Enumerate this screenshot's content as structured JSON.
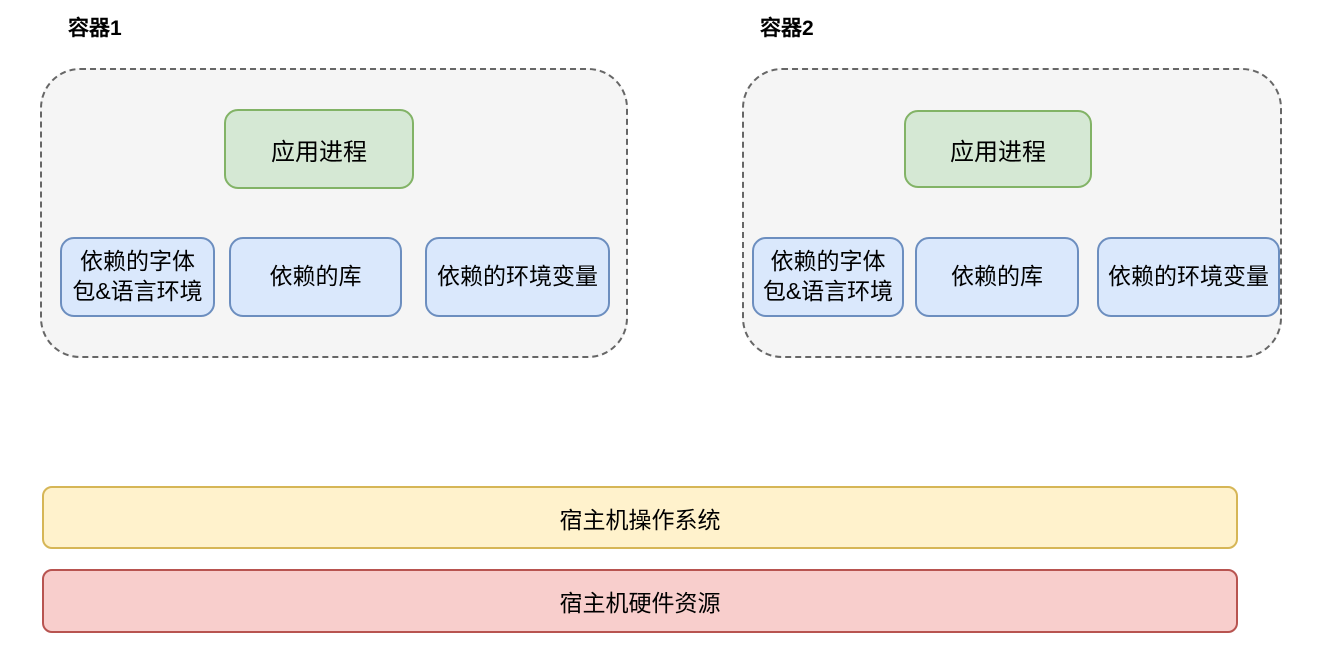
{
  "diagram": {
    "containers": [
      {
        "title": "容器1",
        "process_label": "应用进程",
        "deps": [
          "依赖的字体\n包&语言环境",
          "依赖的库",
          "依赖的环境变量"
        ]
      },
      {
        "title": "容器2",
        "process_label": "应用进程",
        "deps": [
          "依赖的字体\n包&语言环境",
          "依赖的库",
          "依赖的环境变量"
        ]
      }
    ],
    "host": [
      {
        "label": "宿主机操作系统"
      },
      {
        "label": "宿主机硬件资源"
      }
    ],
    "colors": {
      "container_fill": "#f5f5f5",
      "container_border": "#666666",
      "process_fill": "#d5e8d4",
      "process_border": "#82b366",
      "dep_fill": "#dae8fc",
      "dep_border": "#6c8ebf",
      "os_fill": "#fff2cc",
      "os_border": "#d6b656",
      "hw_fill": "#f8cecc",
      "hw_border": "#b85450"
    }
  }
}
